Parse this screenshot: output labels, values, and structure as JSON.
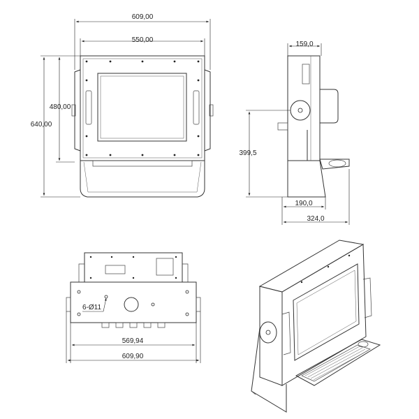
{
  "front_view": {
    "overall_width": "609,00",
    "inner_width": "550,00",
    "overall_height": "640,00",
    "screen_height": "480,00"
  },
  "side_view": {
    "top_depth": "159,0",
    "pivot_height": "399,5",
    "base_depth_inner": "190,0",
    "base_depth_outer": "324,0"
  },
  "bottom_view": {
    "holes_label": "6-Ø11",
    "inner_width": "569,94",
    "overall_width": "609,90"
  }
}
